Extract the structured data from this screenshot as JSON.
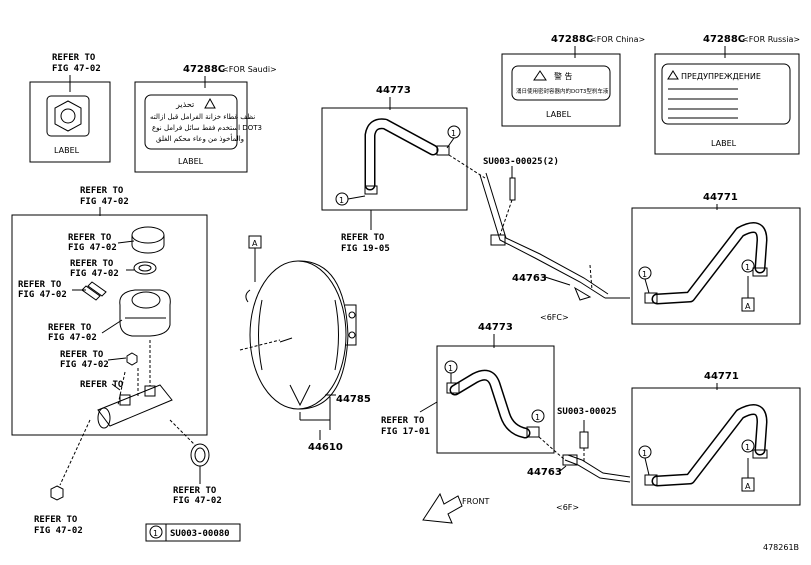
{
  "refs": {
    "fig4702_top": [
      "REFER TO",
      "FIG 47-02"
    ],
    "fig4702_res": [
      "REFER TO",
      "FIG 47-02"
    ],
    "fig4702_cap": [
      "REFER TO",
      "FIG 47-02"
    ],
    "fig4702_strainer": [
      "REFER TO",
      "FIG 47-02"
    ],
    "fig4702_pin": [
      "REFER TO",
      "FIG 47-02"
    ],
    "fig4702_body": [
      "REFER TO",
      "FIG 47-02"
    ],
    "fig4702_nut": [
      "REFER TO",
      "FIG 47-02"
    ],
    "fig4702_bl": [
      "REFER TO",
      "FIG 47-02"
    ],
    "fig4702_seal": [
      "REFER TO",
      "FIG 47-02"
    ],
    "fig1905": [
      "REFER TO",
      "FIG 19-05"
    ],
    "fig1701": [
      "REFER TO",
      "FIG 17-01"
    ]
  },
  "labels": {
    "label_word": "LABEL",
    "saudi_part": "47288C",
    "saudi_note": "<FOR Saudi>",
    "china_part": "47288C",
    "china_note": "<FOR China>",
    "russia_part": "47288C",
    "russia_note": "<FOR Russia>",
    "china_warn": "警  告",
    "china_text": "涌日使用密封容器内的DOT3型刹车液",
    "russia_warn": "ПРЕДУПРЕЖДЕНИЕ",
    "saudi_warn": "تحذير",
    "saudi_lines": [
      "نظف غطاء خزانة الفرامل قبل ازالته",
      "استخدم فقط سائل فرامل نوع DOT3",
      "والمأخوذ من وعاء محكم الغلق"
    ]
  },
  "parts": {
    "p44773_a": "44773",
    "p44773_b": "44773",
    "p44771_a": "44771",
    "p44771_b": "44771",
    "p44763_a": "44763",
    "p44763_b": "44763",
    "p44785": "44785",
    "p44610": "44610",
    "su_a": "SU003-00025(2)",
    "su_b": "SU003-00025",
    "su_legend": "SU003-00080"
  },
  "markers": {
    "circle_one": "1",
    "box_a": "A"
  },
  "variants": {
    "v6fc": "<6FC>",
    "v6f": "<6F>"
  },
  "front": "FRONT",
  "figure_id": "478261B"
}
